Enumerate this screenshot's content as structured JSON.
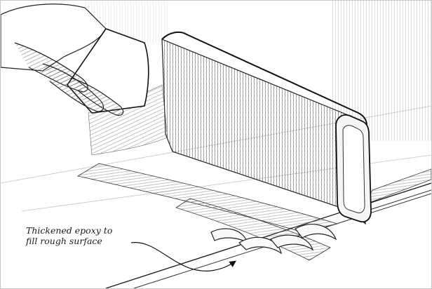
{
  "illustration": {
    "subject": "hand-sanding-stringer-fiberglass-sketch",
    "ink_color": "#2b2b2b"
  },
  "annotation": {
    "line1": "Thickened epoxy to",
    "line2": "fill rough surface"
  }
}
